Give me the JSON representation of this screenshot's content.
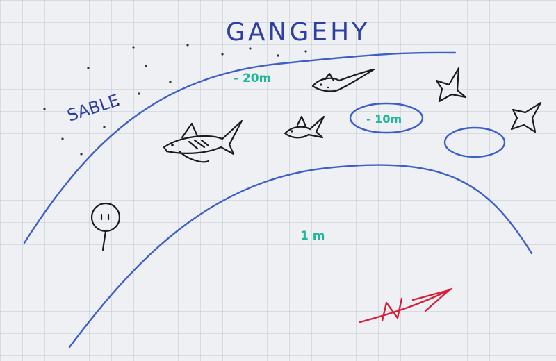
{
  "board": {
    "title": "GANGEHY",
    "shore_label": "SABLE",
    "depths": {
      "deep": "- 20m",
      "mid": "- 10m",
      "shallow": "1 m"
    }
  },
  "colors": {
    "marker_blue": "#3d5fc7",
    "label_blue": "#2e3fa3",
    "depth_teal": "#1fb79a",
    "ink_black": "#1b1b1b",
    "north_red": "#d8203a"
  },
  "icons": [
    "shark-icon",
    "fish-icon",
    "coral-icon",
    "person-icon",
    "north-arrow-icon"
  ]
}
